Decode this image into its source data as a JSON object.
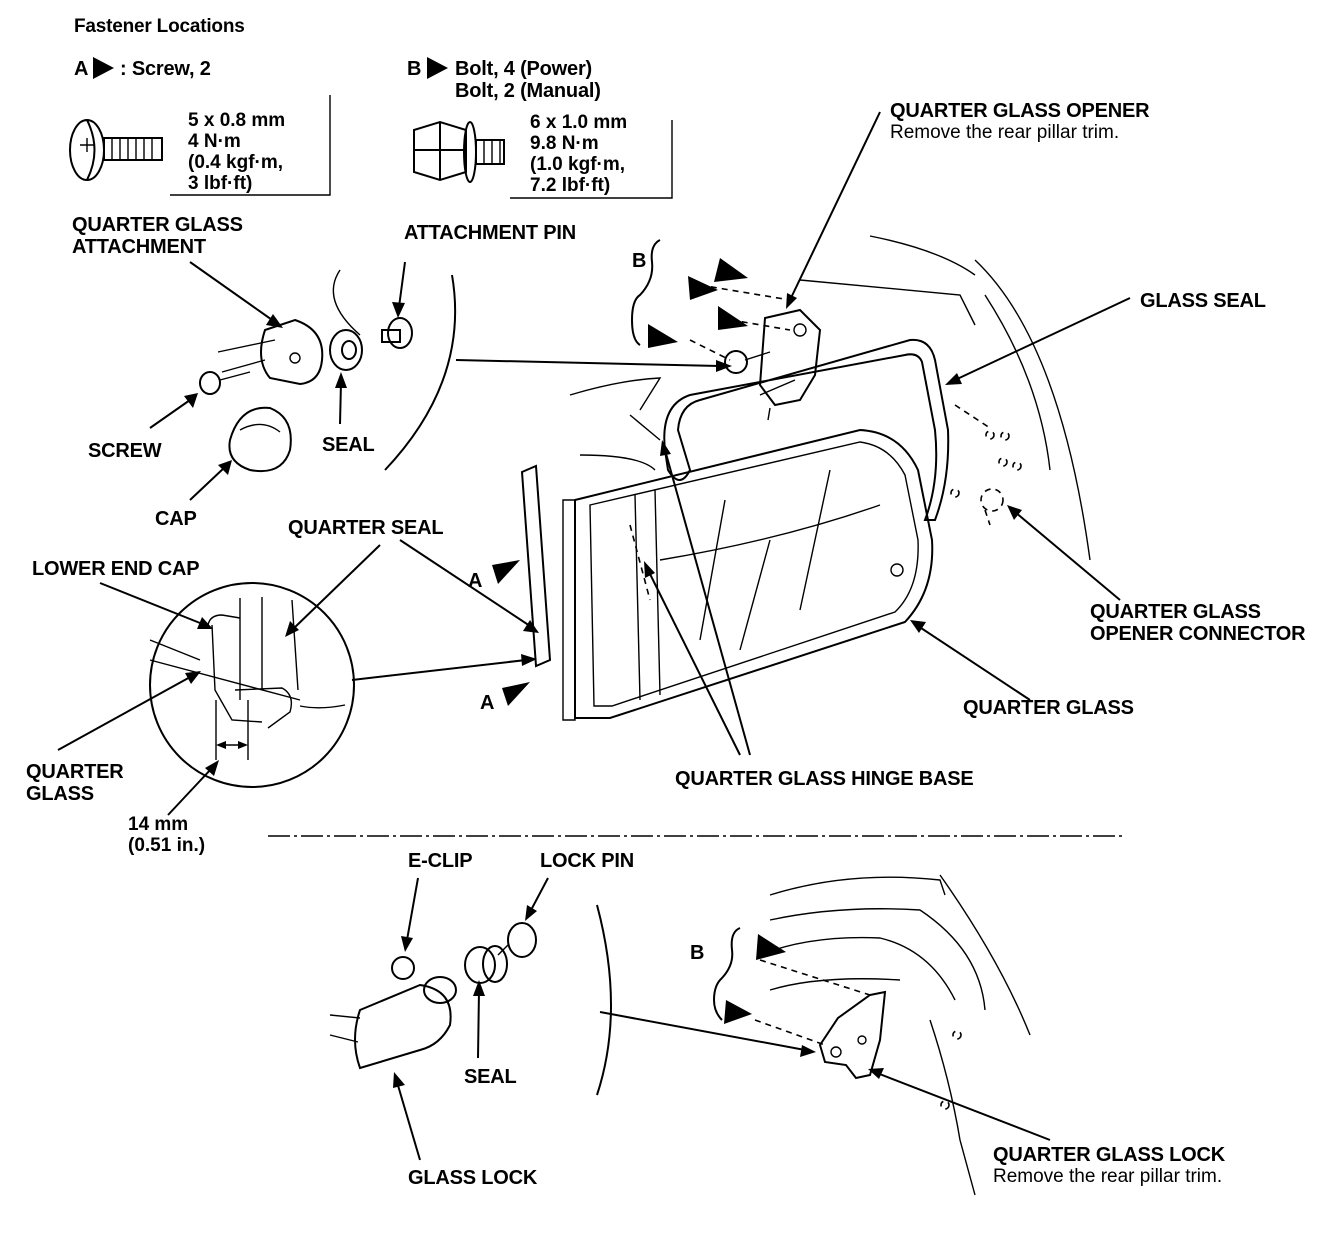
{
  "header": {
    "title": "Fastener Locations",
    "fastener_a": {
      "letter": "A",
      "text": ": Screw, 2"
    },
    "fastener_b": {
      "letter": "B",
      "line1": "Bolt, 4 (Power)",
      "line2": "Bolt, 2 (Manual)"
    }
  },
  "screw_spec": {
    "l1": "5 x 0.8 mm",
    "l2": "4 N·m",
    "l3": "(0.4 kgf·m,",
    "l4": "3 lbf·ft)"
  },
  "bolt_spec": {
    "l1": "6 x 1.0 mm",
    "l2": "9.8 N·m",
    "l3": "(1.0 kgf·m,",
    "l4": "7.2 lbf·ft)"
  },
  "labels": {
    "quarter_glass_attachment_1": "QUARTER GLASS",
    "quarter_glass_attachment_2": "ATTACHMENT",
    "attachment_pin": "ATTACHMENT PIN",
    "screw": "SCREW",
    "seal_top": "SEAL",
    "cap": "CAP",
    "quarter_seal": "QUARTER SEAL",
    "lower_end_cap": "LOWER END CAP",
    "quarter_glass_detail_1": "QUARTER",
    "quarter_glass_detail_2": "GLASS",
    "dim_1": "14 mm",
    "dim_2": "(0.51 in.)",
    "quarter_glass_opener": "QUARTER GLASS OPENER",
    "opener_note": "Remove the rear pillar trim.",
    "glass_seal": "GLASS SEAL",
    "opener_connector_1": "QUARTER GLASS",
    "opener_connector_2": "OPENER CONNECTOR",
    "quarter_glass": "QUARTER GLASS",
    "hinge_base": "QUARTER GLASS HINGE BASE",
    "b_top": "B",
    "a_upper": "A",
    "a_lower": "A",
    "e_clip": "E-CLIP",
    "lock_pin": "LOCK PIN",
    "seal_bottom": "SEAL",
    "glass_lock": "GLASS LOCK",
    "b_bottom": "B",
    "quarter_glass_lock": "QUARTER GLASS LOCK",
    "lock_note": "Remove the rear pillar trim."
  }
}
